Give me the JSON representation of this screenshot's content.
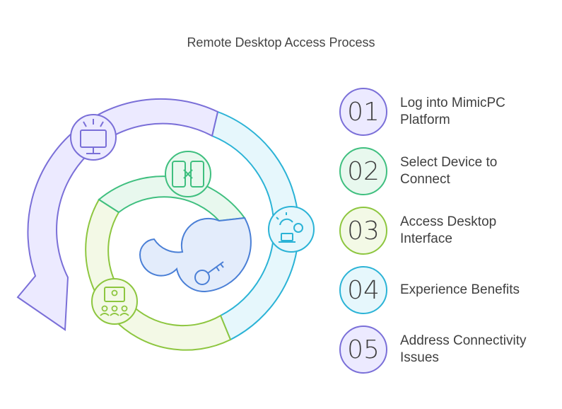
{
  "title": "Remote Desktop Access Process",
  "steps": [
    {
      "number": "01",
      "label": "Log into MimicPC Platform",
      "color": "#7a6fd8",
      "fill": "#eceaff"
    },
    {
      "number": "02",
      "label": "Select Device to Connect",
      "color": "#3fbf7f",
      "fill": "#e8f8ee"
    },
    {
      "number": "03",
      "label": "Access Desktop Interface",
      "color": "#8dc63f",
      "fill": "#f3f9e6"
    },
    {
      "number": "04",
      "label": "Experience Benefits",
      "color": "#2bb3d6",
      "fill": "#e6f7fc"
    },
    {
      "number": "05",
      "label": "Address Connectivity Issues",
      "color": "#7a6fd8",
      "fill": "#eceaff"
    }
  ],
  "icons": {
    "outer": "monitor-icon",
    "middle": "mobile-devices-icon",
    "inner": "presentation-audience-icon",
    "right": "weather-laptop-icon",
    "center": "key-icon"
  }
}
